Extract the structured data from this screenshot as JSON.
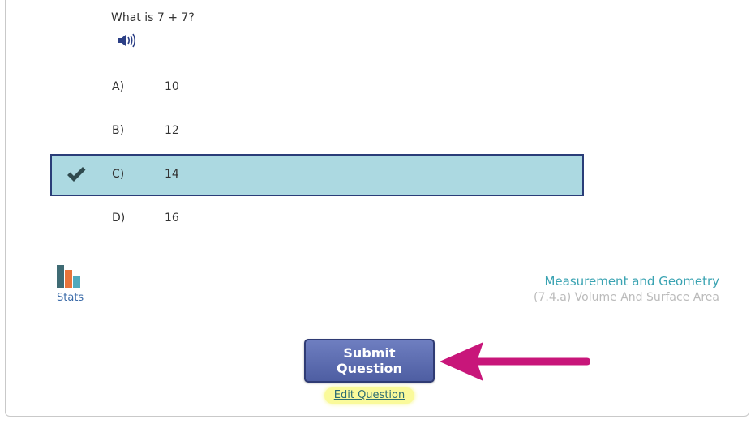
{
  "question": {
    "text": "What is 7 + 7?",
    "audio_icon": "speaker-icon"
  },
  "options": [
    {
      "letter": "A)",
      "value": "10",
      "selected": false
    },
    {
      "letter": "B)",
      "value": "12",
      "selected": false
    },
    {
      "letter": "C)",
      "value": "14",
      "selected": true
    },
    {
      "letter": "D)",
      "value": "16",
      "selected": false
    }
  ],
  "stats": {
    "label": "Stats",
    "icon": "bar-chart-icon"
  },
  "topic": {
    "title": "Measurement and Geometry",
    "standard": "(7.4.a) Volume And Surface Area"
  },
  "actions": {
    "submit_label": "Submit Question",
    "edit_label": "Edit Question"
  },
  "colors": {
    "selected_bg": "#acd9e1",
    "selected_border": "#2a3d78",
    "submit_bg": "#5a6aae",
    "topic": "#3aa3b2",
    "arrow": "#c8167a",
    "highlight": "#fafa9a"
  }
}
